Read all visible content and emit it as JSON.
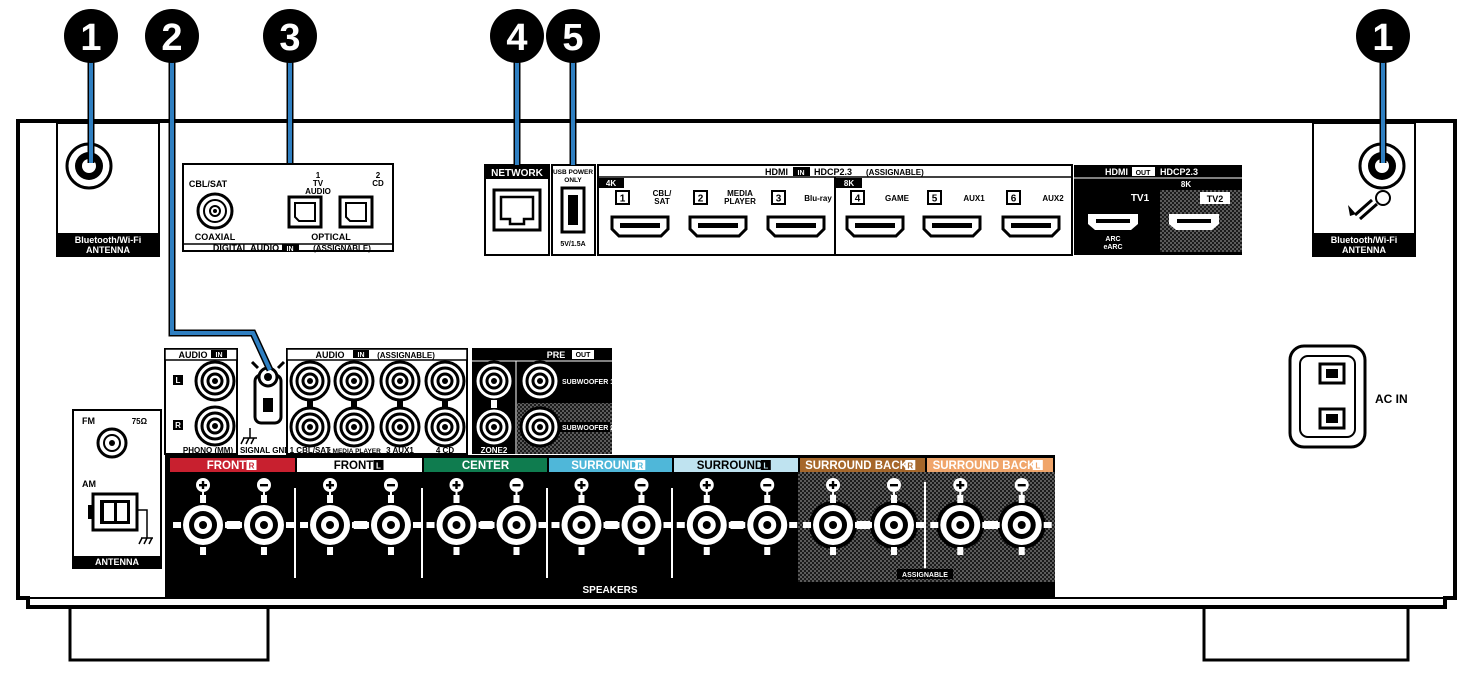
{
  "callouts": [
    "1",
    "2",
    "3",
    "4",
    "5",
    "1"
  ],
  "antenna": {
    "left_label_1": "Bluetooth/Wi-Fi",
    "left_label_2": "ANTENNA",
    "right_label_1": "Bluetooth/Wi-Fi",
    "right_label_2": "ANTENNA"
  },
  "digital_audio": {
    "cbl_sat": "CBL/SAT",
    "coaxial": "COAXIAL",
    "tv_num": "1",
    "tv": "TV",
    "audio": "AUDIO",
    "cd_num": "2",
    "cd": "CD",
    "optical": "OPTICAL",
    "footer_a": "DIGITAL AUDIO",
    "footer_badge": "IN",
    "footer_b": "(ASSIGNABLE)"
  },
  "network": {
    "label": "NETWORK"
  },
  "usb": {
    "l1": "USB POWER",
    "l2": "ONLY",
    "rating": "5V/1.5A"
  },
  "hdmi_in": {
    "title_a": "HDMI",
    "title_badge": "IN",
    "title_b": "HDCP2.3",
    "title_c": "(ASSIGNABLE)",
    "tag_4k": "4K",
    "tag_8k": "8K",
    "ports": [
      {
        "num": "1",
        "l1": "CBL/",
        "l2": "SAT"
      },
      {
        "num": "2",
        "l1": "MEDIA",
        "l2": "PLAYER"
      },
      {
        "num": "3",
        "l1": "Blu-ray",
        "l2": ""
      },
      {
        "num": "4",
        "l1": "GAME",
        "l2": ""
      },
      {
        "num": "5",
        "l1": "AUX1",
        "l2": ""
      },
      {
        "num": "6",
        "l1": "AUX2",
        "l2": ""
      }
    ]
  },
  "hdmi_out": {
    "title_a": "HDMI",
    "title_badge": "OUT",
    "title_b": "HDCP2.3",
    "tag_8k": "8K",
    "tv1": "TV1",
    "tv2": "TV2",
    "arc": "ARC",
    "earc": "eARC"
  },
  "phono": {
    "header_a": "AUDIO",
    "header_badge": "IN",
    "left": "L",
    "right": "R",
    "label": "PHONO (MM)",
    "gnd": "SIGNAL GND"
  },
  "analog_in": {
    "header_a": "AUDIO",
    "header_badge": "IN",
    "header_b": "(ASSIGNABLE)",
    "labels": [
      "1 CBL/SAT",
      "2 MEDIA PLAYER",
      "3 AUX1",
      "4 CD"
    ]
  },
  "pre_out": {
    "header_a": "PRE",
    "header_badge": "OUT",
    "zone2": "ZONE2",
    "sub1": "SUBWOOFER 1",
    "sub2": "SUBWOOFER 2"
  },
  "tuner": {
    "fm": "FM",
    "ohm": "75Ω",
    "am": "AM",
    "antenna": "ANTENNA"
  },
  "speakers": {
    "title": "SPEAKERS",
    "assignable": "ASSIGNABLE",
    "channels": [
      {
        "name": "FRONT",
        "side": "R",
        "color": "#c8202f"
      },
      {
        "name": "FRONT",
        "side": "L",
        "color": "#ffffff"
      },
      {
        "name": "CENTER",
        "side": "",
        "color": "#0f7c4f"
      },
      {
        "name": "SURROUND",
        "side": "R",
        "color": "#4fb7d9"
      },
      {
        "name": "SURROUND",
        "side": "L",
        "color": "#bfe3f0"
      },
      {
        "name": "SURROUND BACK",
        "side": "R",
        "color": "#a6672a"
      },
      {
        "name": "SURROUND BACK",
        "side": "L",
        "color": "#f0a56a"
      }
    ]
  },
  "ac_in": {
    "label": "AC IN"
  },
  "colors": {
    "callout_line": "#2f7fc1",
    "panel": "#000000"
  }
}
